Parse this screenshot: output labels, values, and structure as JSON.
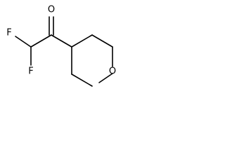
{
  "molecule": {
    "atoms": {
      "fluorine_top": "F",
      "fluorine_bottom": "F",
      "carbonyl_oxygen": "O",
      "ring_oxygen": "O"
    }
  }
}
